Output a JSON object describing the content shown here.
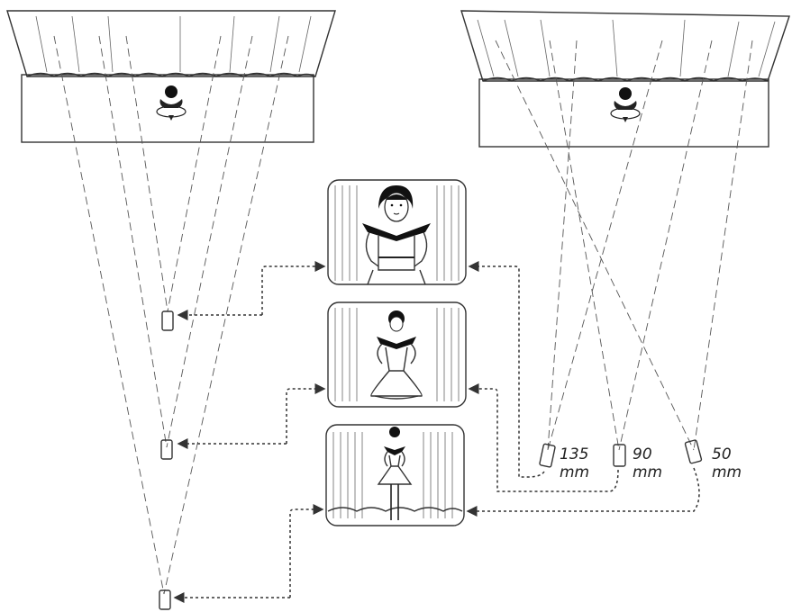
{
  "cameras_right": [
    {
      "focal": "135",
      "unit": "mm"
    },
    {
      "focal": "90",
      "unit": "mm"
    },
    {
      "focal": "50",
      "unit": "mm"
    }
  ],
  "colors": {
    "ink": "#333333",
    "paper": "#ffffff"
  }
}
